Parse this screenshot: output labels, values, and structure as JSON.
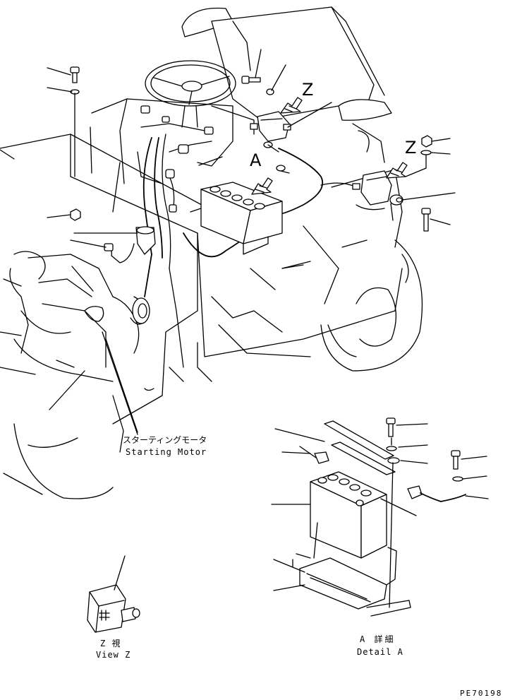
{
  "view_markers": {
    "z_top": "Z",
    "z_right": "Z",
    "a": "A"
  },
  "starting_motor": {
    "jp": "スターティングモータ",
    "en": "Starting Motor"
  },
  "view_z": {
    "jp": "Z  視",
    "en": "View Z"
  },
  "detail_a": {
    "jp": "A 詳細",
    "en": "Detail A"
  },
  "drawing_code": "PE70198"
}
